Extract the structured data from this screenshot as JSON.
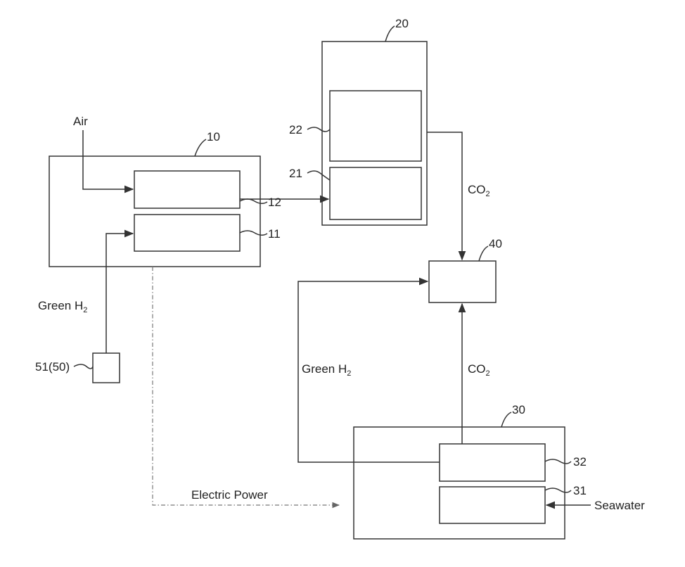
{
  "labels": {
    "air": "Air",
    "green_h2_left": "Green H",
    "green_h2_right": "Green H",
    "h2_subscript": "2",
    "co2_top": "CO",
    "co2_bottom": "CO",
    "co2_subscript": "2",
    "electric_power": "Electric Power",
    "seawater": "Seawater"
  },
  "refs": {
    "unit_10": "10",
    "unit_11": "11",
    "unit_12": "12",
    "unit_20": "20",
    "unit_21": "21",
    "unit_22": "22",
    "unit_30": "30",
    "unit_31": "31",
    "unit_32": "32",
    "unit_40": "40",
    "unit_51": "51(50)"
  },
  "colors": {
    "line": "#333333",
    "dashed": "#777777"
  }
}
